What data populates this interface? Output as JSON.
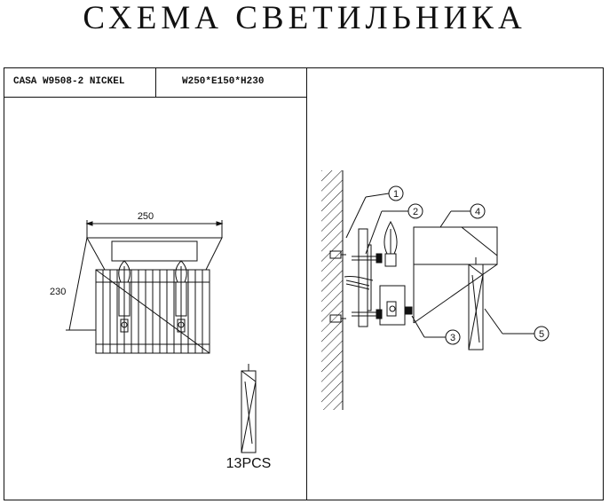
{
  "title": "СХЕМА СВЕТИЛЬНИКА",
  "header": {
    "model": "CASA  W9508-2 NICKEL",
    "dimensions": "W250*E150*H230"
  },
  "front_view": {
    "width_label": "250",
    "height_label": "230"
  },
  "crystal": {
    "count_label": "13PCS"
  },
  "callouts": [
    "1",
    "2",
    "3",
    "4",
    "5"
  ]
}
